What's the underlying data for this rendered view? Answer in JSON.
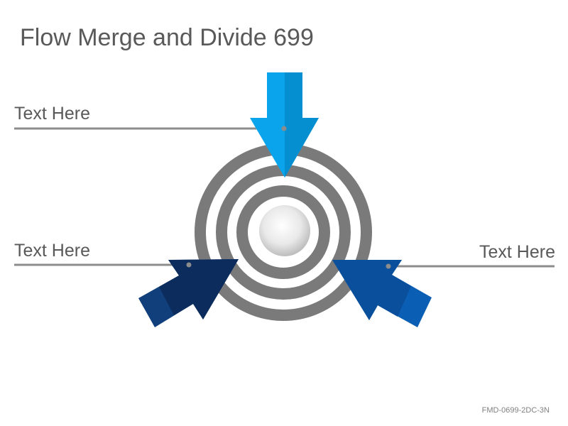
{
  "title": "Flow Merge and Divide 699",
  "labels": {
    "top": "Text Here",
    "left": "Text Here",
    "right": "Text Here"
  },
  "footer_code": "FMD-0699-2DC-3N",
  "colors": {
    "title_text": "#595959",
    "rings": "#7a7a7a",
    "leader_line": "#8c8c8c",
    "arrow_top": "#0aa4ec",
    "arrow_left": "#0f3a75",
    "arrow_right": "#0a5fb4"
  }
}
